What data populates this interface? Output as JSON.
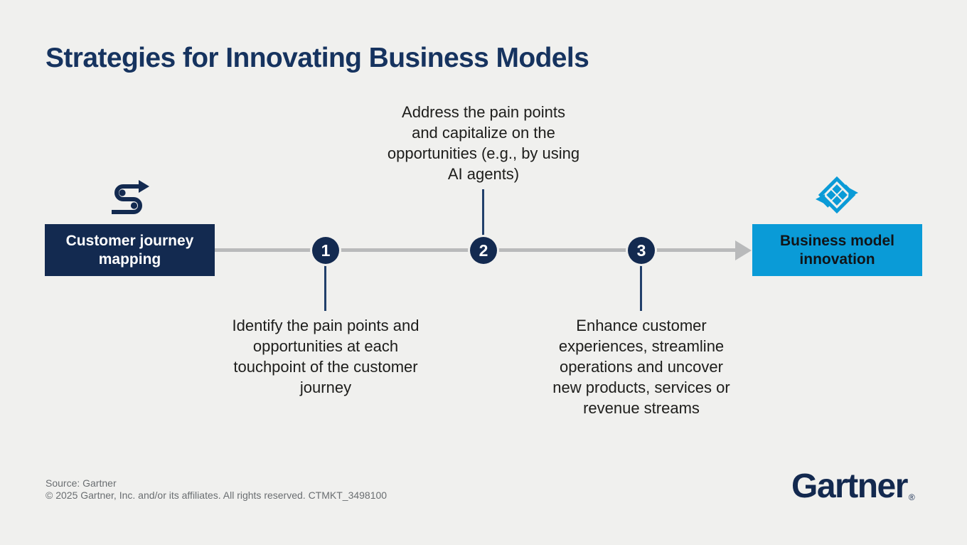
{
  "title": "Strategies for Innovating Business Models",
  "colors": {
    "background": "#f0f0ee",
    "navy": "#132a50",
    "title_navy": "#16335f",
    "blue": "#0a9bd7",
    "arrow_gray": "#b9babb",
    "body_text": "#1d1d1b",
    "footer_gray": "#6a6e71"
  },
  "flow": {
    "start": {
      "label": "Customer journey mapping",
      "icon": "journey-path-icon"
    },
    "end": {
      "label": "Business model innovation",
      "icon": "transform-diamond-icon"
    },
    "steps": [
      {
        "number": "1",
        "description": "Identify the pain points and opportunities at each touchpoint of the customer journey",
        "note_position": "below"
      },
      {
        "number": "2",
        "description": "Address the pain points and capitalize on the opportunities (e.g., by using AI agents)",
        "note_position": "above"
      },
      {
        "number": "3",
        "description": "Enhance customer experiences, streamline operations and uncover new products, services or revenue streams",
        "note_position": "below"
      }
    ]
  },
  "footer": {
    "source": "Source: Gartner",
    "copyright": "© 2025 Gartner, Inc. and/or its affiliates. All rights reserved. CTMKT_3498100",
    "logo_text": "Gartner",
    "registered_mark": "®"
  }
}
